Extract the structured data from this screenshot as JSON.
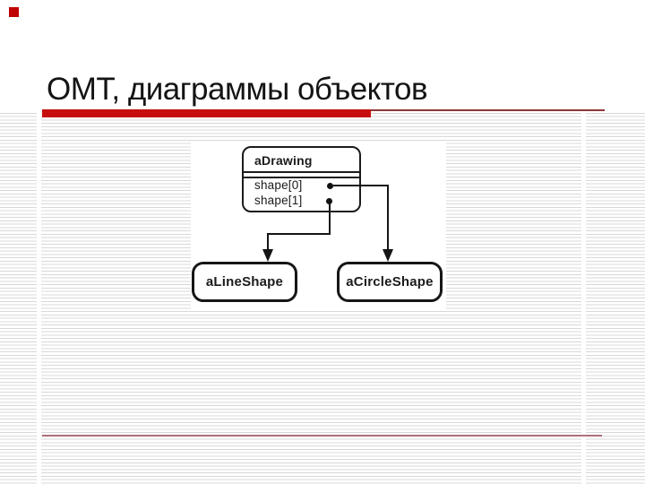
{
  "slide": {
    "title": "ОМТ, диаграммы объектов"
  },
  "diagram": {
    "drawing": {
      "title": "aDrawing",
      "attributes": [
        "shape[0]",
        "shape[1]"
      ]
    },
    "children": [
      "aLineShape",
      "aCircleShape"
    ]
  },
  "colors": {
    "accent_red": "#c70e0e",
    "corner_square_red": "#c00000",
    "thin_rule_red": "#8f3737",
    "bottom_rule_red": "#96464f",
    "stripe_gray": "#d8d8d8",
    "diagram_ink": "#1b1b1b"
  }
}
